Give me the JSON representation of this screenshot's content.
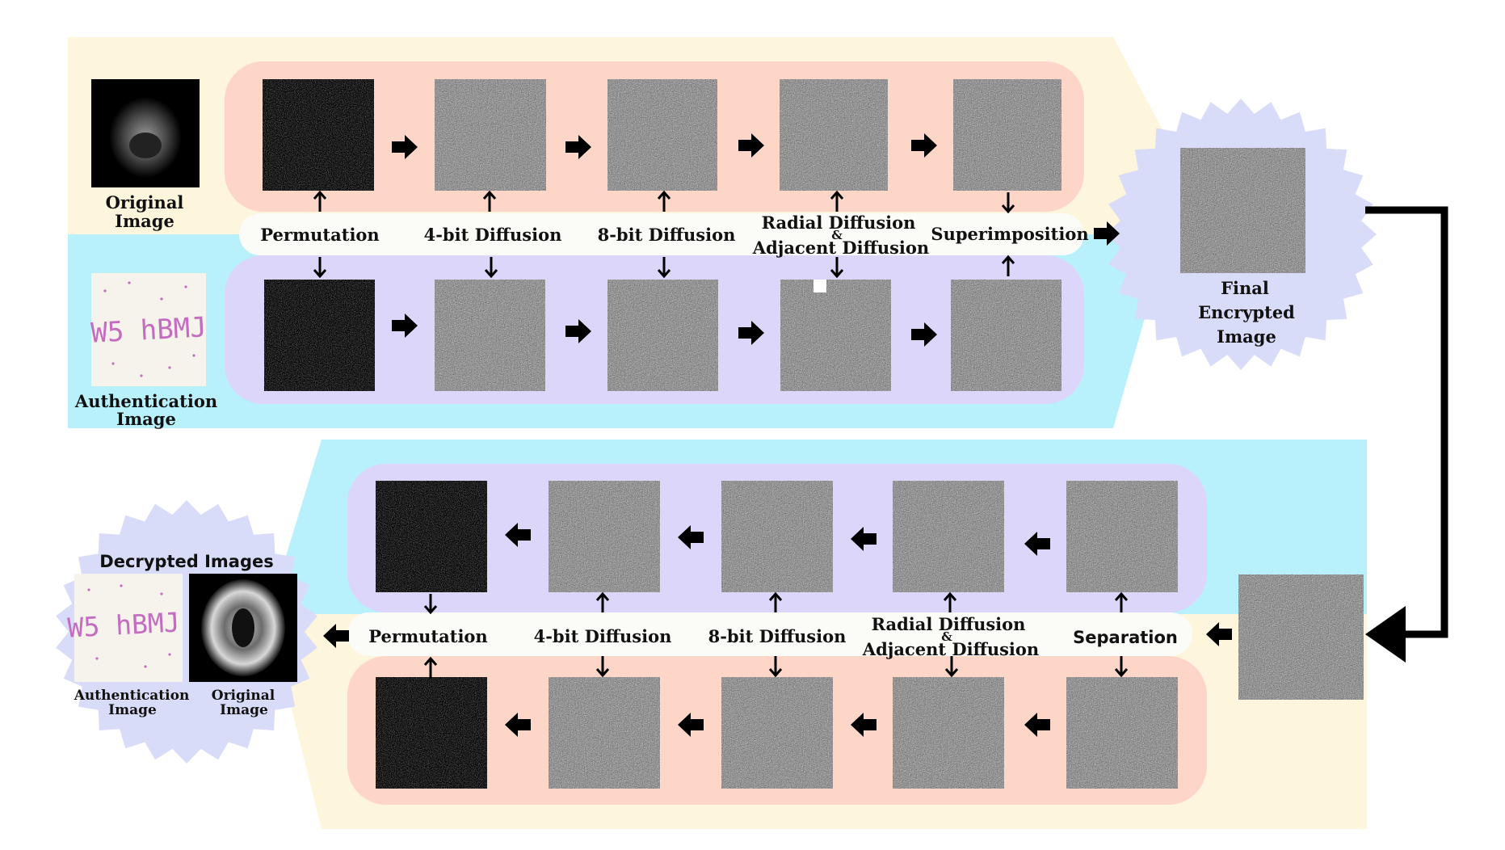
{
  "encryption": {
    "original_label": [
      "Original",
      "Image"
    ],
    "authentication_label": [
      "Authentication",
      "Image"
    ],
    "steps": [
      "Permutation",
      "4-bit Diffusion",
      "8-bit Diffusion",
      "Radial Diffusion",
      "&",
      "Adjacent Diffusion",
      "Superimposition"
    ],
    "final_label": [
      "Final",
      "Encrypted",
      "Image"
    ],
    "captcha_text": "W5 hBMJ"
  },
  "decryption": {
    "steps": [
      "Permutation",
      "4-bit Diffusion",
      "8-bit Diffusion",
      "Radial Diffusion",
      "&",
      "Adjacent Diffusion",
      "Separation"
    ],
    "decrypted_title": "Decrypted Images",
    "authentication_label": [
      "Authentication",
      "Image"
    ],
    "original_label": [
      "Original",
      "Image"
    ],
    "captcha_text": "W5 hBMJ"
  },
  "colors": {
    "cream_band": "#fdf5dc",
    "cyan_band": "#b8f1fb",
    "salmon_lane": "#fdd6c8",
    "lavender_lane": "#ddd6fb",
    "badge": "#d9dcf8",
    "label_strip": "#fbfbf8"
  }
}
